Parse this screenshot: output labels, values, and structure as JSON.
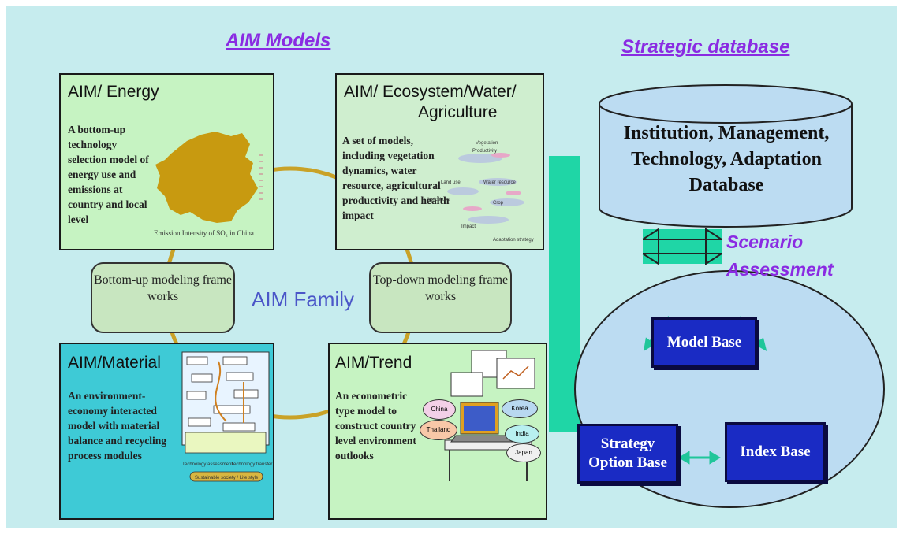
{
  "headers": {
    "aim_models": "AIM Models",
    "strategic_database": "Strategic database"
  },
  "family_label": "AIM Family",
  "boxes": {
    "energy": {
      "title": "AIM/ Energy",
      "description": "A bottom-up technology selection model of energy use and emissions at country and local level",
      "map_caption": "Emission Intensity of SO₂ in China"
    },
    "ecosystem": {
      "title_line1": "AIM/ Ecosystem/Water/",
      "title_line2": "Agriculture",
      "description": "A set of models, including vegetation dynamics, water resource, agricultural productivity and health impact",
      "diagram_labels": [
        "Vegetation",
        "Productivity",
        "Land use",
        "Water resource",
        "Crop",
        "Agricultural",
        "Impact",
        "Adaptation strategy"
      ]
    },
    "material": {
      "title": "AIM/Material",
      "description": "An environment-economy interacted model with material balance and recycling process modules",
      "diagram_labels": [
        "Technology assessment",
        "Technology transfer",
        "Sustainable society / Life style"
      ]
    },
    "trend": {
      "title": "AIM/Trend",
      "description": "An econometric type model to construct country level environment outlooks",
      "bubbles": [
        "China",
        "Korea",
        "India",
        "Thailand",
        "Japan"
      ]
    }
  },
  "frames": {
    "bottom_up": "Bottom-up modeling frame works",
    "top_down": "Top-down modeling frame works"
  },
  "database": {
    "text": "Institution, Management, Technology, Adaptation Database"
  },
  "scenario": {
    "line1": "Scenario",
    "line2": "Assessment"
  },
  "bases": {
    "model": "Model Base",
    "strategy": "Strategy Option Base",
    "index": "Index Base"
  },
  "colors": {
    "background": "#c6ecee",
    "header": "#8a2be2",
    "family": "#4b56c8",
    "ring": "#c9a227",
    "connector": "#1fd6a6",
    "base_box": "#1a2bc4",
    "energy_box": "#c6f3c2",
    "ecosystem_box": "#cfeecf",
    "material_box": "#3ecad6",
    "trend_box": "#c6f3c2",
    "frame": "#c8e6c0",
    "china_map": "#c89a10",
    "database": "#bcdcf2"
  }
}
